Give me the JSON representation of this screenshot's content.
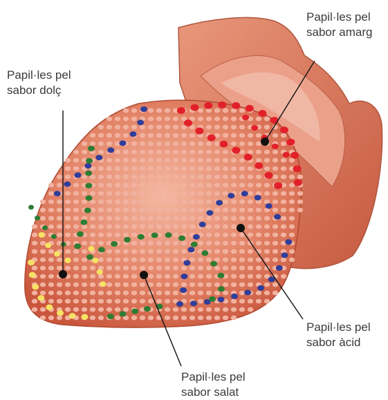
{
  "labels": {
    "bitter": {
      "line1": "Papil·les pel",
      "line2": "sabor amarg"
    },
    "sweet": {
      "line1": "Papil·les pel",
      "line2": "sabor dolç"
    },
    "sour": {
      "line1": "Papil·les pel",
      "line2": "sabor àcid"
    },
    "salty": {
      "line1": "Papil·les pel",
      "line2": "sabor salat"
    }
  },
  "colors": {
    "tongue": "#d66a4c",
    "tongue_light": "#e98a6a",
    "tongue_dark": "#b04a32",
    "throat": "#e38f73",
    "papillae_light": "#f2b2a0",
    "bitter": "#e2202a",
    "sweet": "#f6e264",
    "sour": "#2f3e9a",
    "salty": "#2e7d32",
    "leader": "#1a1a1a"
  }
}
